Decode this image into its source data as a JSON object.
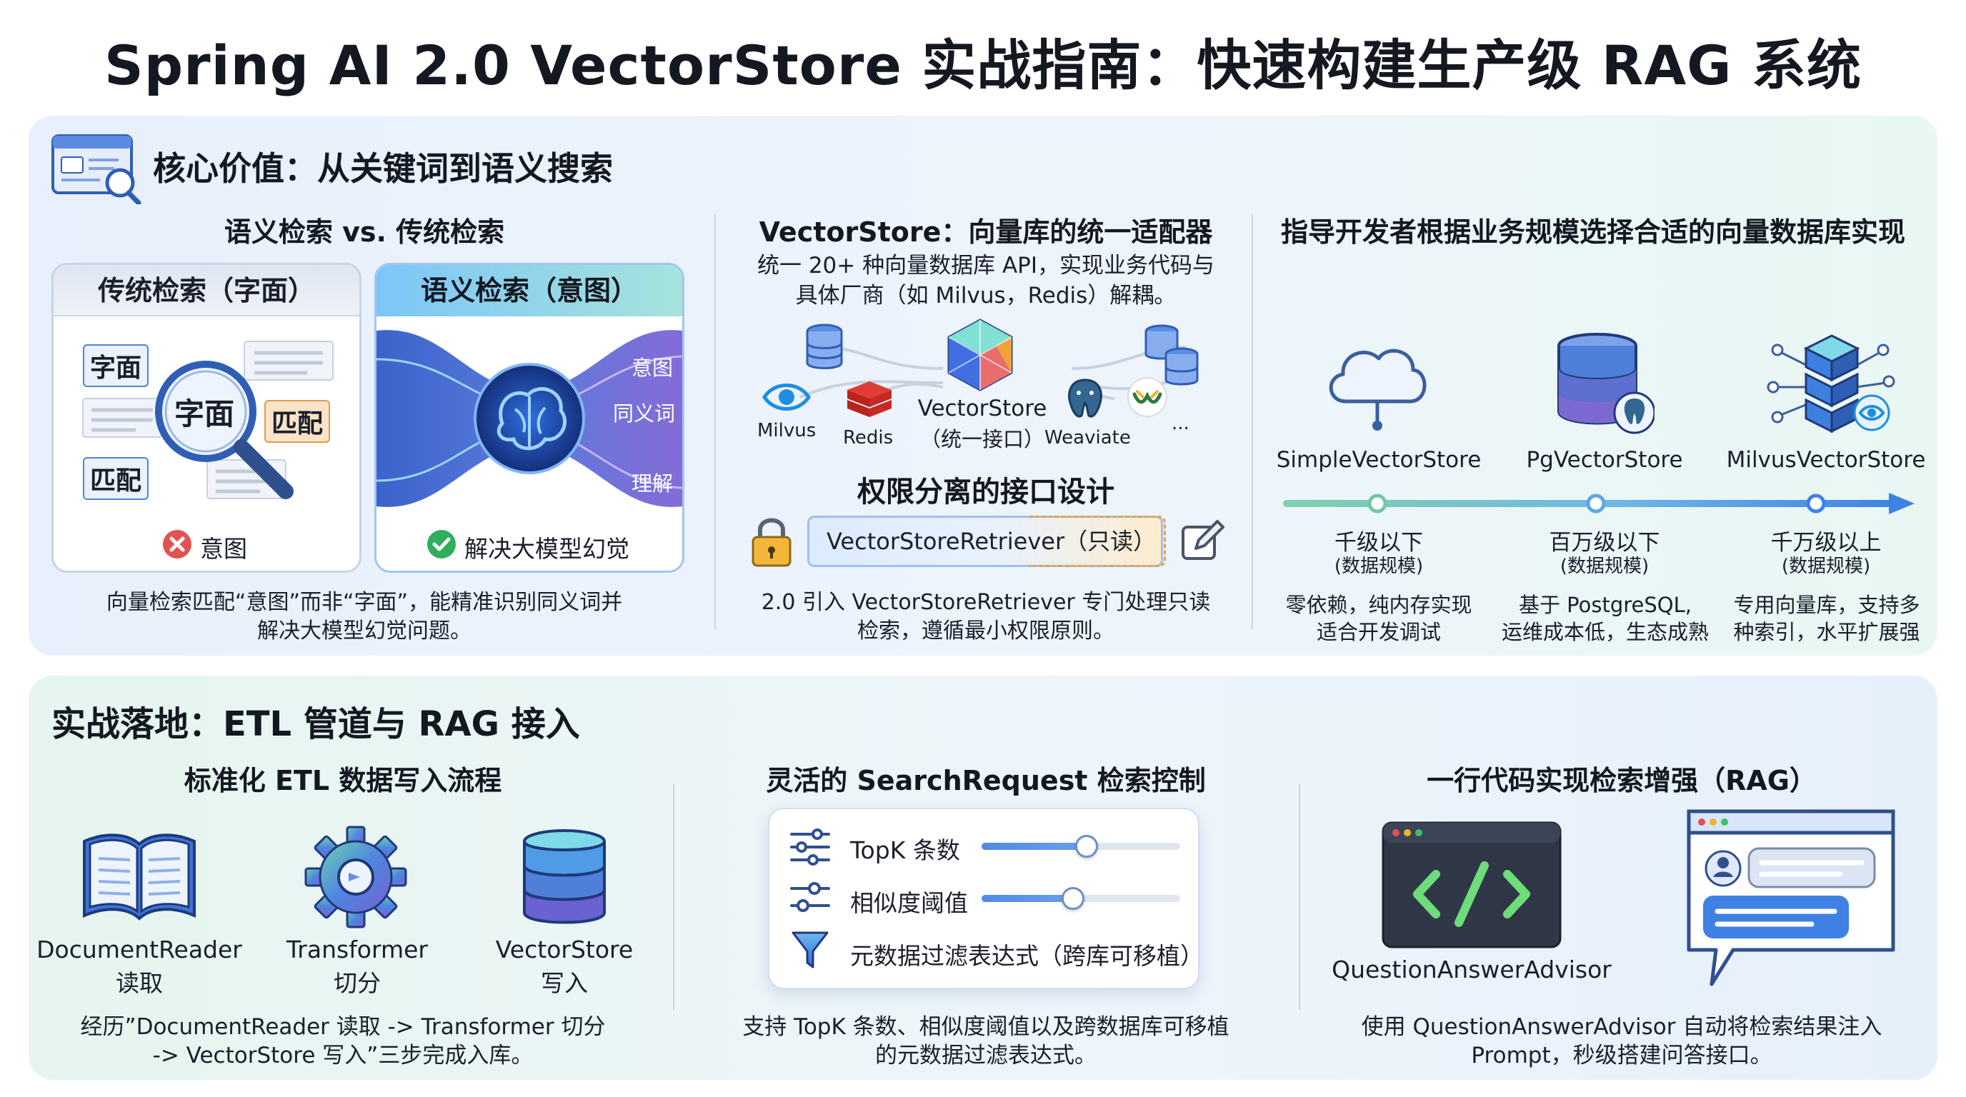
{
  "title": "Spring AI 2.0 VectorStore 实战指南：快速构建生产级 RAG 系统",
  "core": {
    "heading": "核心价值：从关键词到语义搜索",
    "compare": {
      "heading": "语义检索 vs. 传统检索",
      "traditional": {
        "title": "传统检索（字面）",
        "tags": [
          "字面",
          "字面",
          "匹配",
          "匹配"
        ],
        "result": "意图"
      },
      "semantic": {
        "title": "语义检索（意图）",
        "labels": [
          "意图",
          "同义词",
          "理解"
        ],
        "result": "解决大模型幻觉"
      },
      "caption_1": "向量检索匹配“意图”而非“字面”，能精准识别同义词并",
      "caption_2": "解决大模型幻觉问题。"
    },
    "vectorstore": {
      "heading": "VectorStore：向量库的统一适配器",
      "desc_1": "统一 20+ 种向量数据库 API，实现业务代码与",
      "desc_2": "具体厂商（如 Milvus，Redis）解耦。",
      "hub_1": "VectorStore",
      "hub_2": "（统一接口）",
      "vendors": [
        "Milvus",
        "Redis",
        "Weaviate",
        "..."
      ],
      "perm_heading": "权限分离的接口设计",
      "retriever": "VectorStoreRetriever（只读）",
      "caption_1": "2.0 引入 VectorStoreRetriever 专门处理只读",
      "caption_2": "检索，遵循最小权限原则。"
    },
    "guide": {
      "heading": "指导开发者根据业务规模选择合适的向量数据库实现",
      "items": [
        {
          "name": "SimpleVectorStore",
          "scale": "千级以下",
          "unit": "(数据规模)",
          "desc_1": "零依赖，纯内存实现",
          "desc_2": "适合开发调试"
        },
        {
          "name": "PgVectorStore",
          "scale": "百万级以下",
          "unit": "(数据规模)",
          "desc_1": "基于 PostgreSQL,",
          "desc_2": "运维成本低，生态成熟"
        },
        {
          "name": "MilvusVectorStore",
          "scale": "千万级以上",
          "unit": "(数据规模)",
          "desc_1": "专用向量库，支持多",
          "desc_2": "种索引，水平扩展强"
        }
      ]
    }
  },
  "practice": {
    "heading": "实战落地：ETL 管道与 RAG 接入",
    "etl": {
      "heading": "标准化 ETL 数据写入流程",
      "steps": [
        {
          "name": "DocumentReader",
          "action": "读取"
        },
        {
          "name": "Transformer",
          "action": "切分"
        },
        {
          "name": "VectorStore",
          "action": "写入"
        }
      ],
      "caption_1": "经历”DocumentReader 读取 -> Transformer 切分",
      "caption_2": "-> VectorStore 写入”三步完成入库。"
    },
    "search": {
      "heading": "灵活的 SearchRequest 检索控制",
      "topk_label": "TopK 条数",
      "topk_level": 0.53,
      "threshold_label": "相似度阈值",
      "threshold_level": 0.46,
      "filter_label": "元数据过滤表达式（跨库可移植）",
      "caption_1": "支持 TopK 条数、相似度阈值以及跨数据库可移植",
      "caption_2": "的元数据过滤表达式。"
    },
    "rag": {
      "heading": "一行代码实现检索增强（RAG）",
      "advisor": "QuestionAnswerAdvisor",
      "caption_1": "使用 QuestionAnswerAdvisor 自动将检索结果注入",
      "caption_2": "Prompt，秒级搭建问答接口。"
    }
  }
}
